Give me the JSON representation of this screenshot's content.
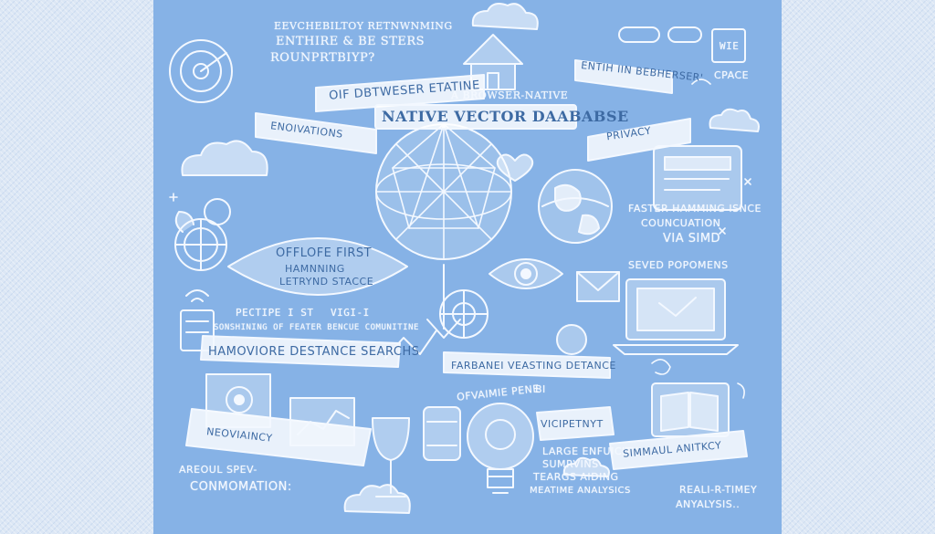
{
  "labels": {
    "top_line1": "EEVCHEBILTOY RETNWNMING",
    "top_line2": "ENTHIRE & BE STERS",
    "top_line3": "ROUNPRTBIYP?",
    "of_browser": "OIF DBTWESER ETATINE",
    "entih": "ENTIH IIN BEBHERSER'",
    "we": "WIE",
    "cpace": "CPACE",
    "browser_native": "A BROWSER-NATIVE",
    "title": "NATIVE VECTOR DAABABSE",
    "privacy": "PRIVACY",
    "enovations": "ENOIVATIONS",
    "faster_line1": "FASTER HAMMING ISNCE",
    "faster_line2": "COUNCUATION",
    "faster_line3": "VIA SIMD",
    "offline_line1": "OFFLOFE FIRST",
    "offline_line2": "HAMNNING",
    "offline_line3": "LETRYND STACCE",
    "seved": "SEVED POPOMENS",
    "pectipe": "PECTIPE I ST",
    "vigi": "VIGI-I",
    "sonsining": "SONSHINING OF FEATER BENCUE COMUNITINE",
    "hamviore": "HAMOVIORE DESTANCE SEARCHS",
    "farbanei": "FARBANEI VEASTING DETANCE",
    "ofvaimie": "OFVAIMIE PENE",
    "bi": "BI",
    "vicipetnyt": "VICIPETNYT",
    "neoviaincy": "NEOVIAINCY",
    "large_line1": "LARGE ENFUICITY",
    "large_line2": "SUMRVINS",
    "large_line3": "TEARGS AIDING",
    "large_line4": "MEATIME ANALYSICS",
    "simmaul": "SIMMAUL ANITKCY",
    "areoul": "AREOUL SPEV-",
    "conmomation": "CONMOMATION:",
    "real_time_line1": "REALI-R-TIMEY",
    "real_time_line2": "ANYALYSIS.."
  },
  "colors": {
    "panel": "#86b2e6",
    "chalk": "#f3f8ff",
    "side": "#dce7f5"
  },
  "icons": [
    "globe-icon",
    "geodesic-sphere-icon",
    "cloud-icon",
    "lightbulb-icon",
    "laptop-icon",
    "envelope-icon",
    "book-icon",
    "wine-glass-icon",
    "house-icon",
    "eye-icon",
    "gear-icon",
    "heart-icon"
  ]
}
